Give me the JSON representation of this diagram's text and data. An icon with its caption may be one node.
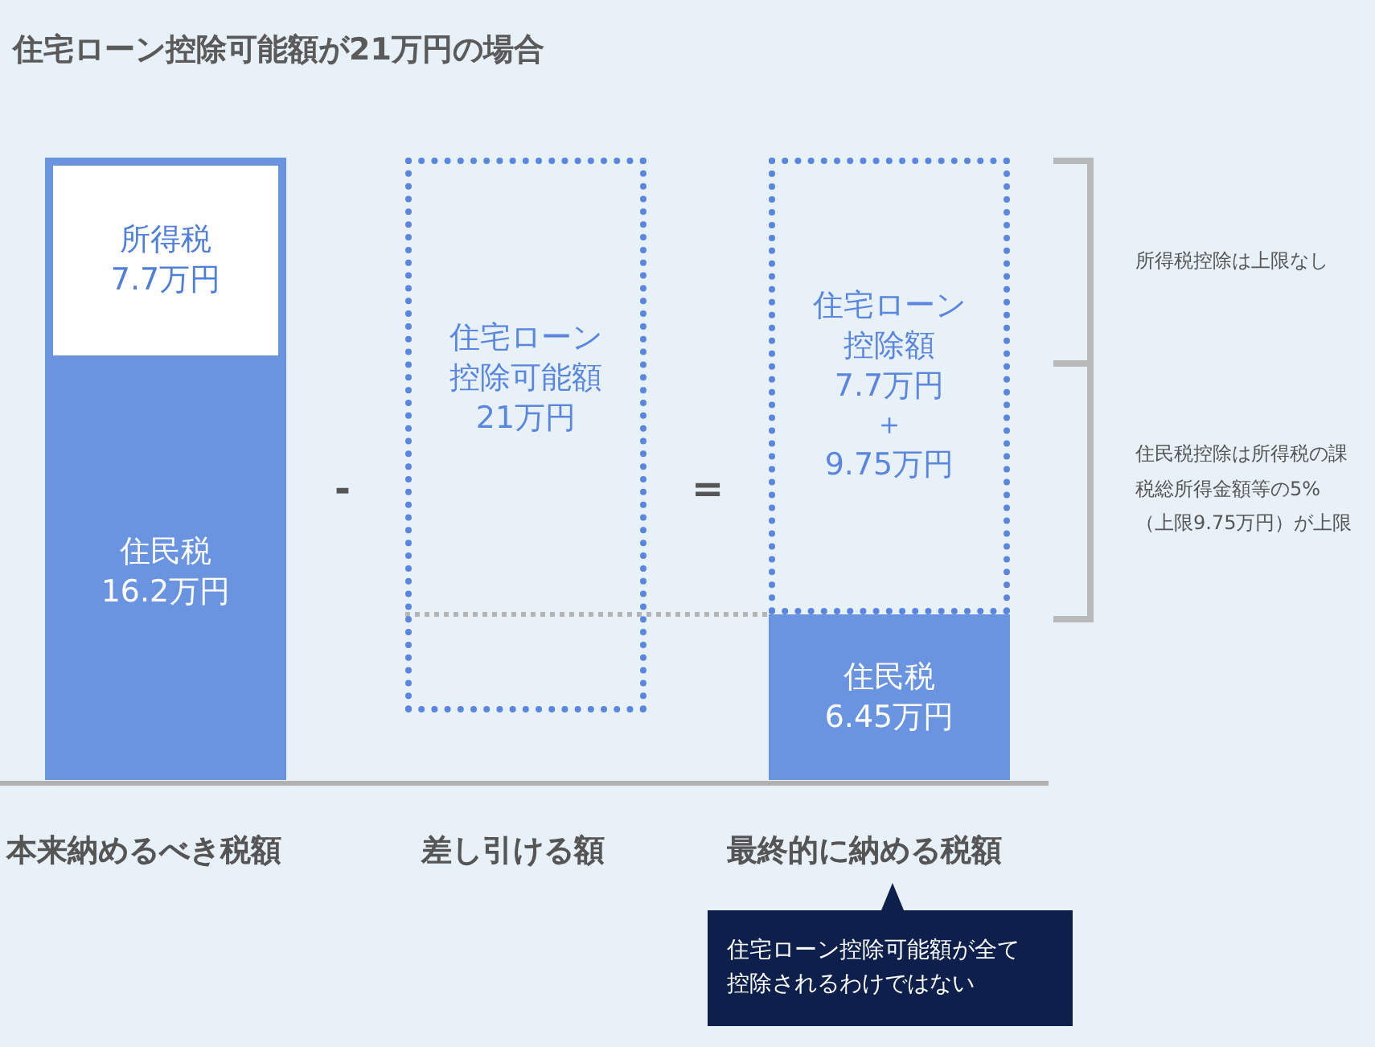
{
  "diagram": {
    "title": "住宅ローン控除可能額が21万円の場合",
    "nodes": [
      {
        "text": [
          "所得税",
          "7.7万円"
        ]
      },
      {
        "text": [
          "住民税",
          "16.2万円"
        ]
      },
      {
        "text": [
          "住宅ローン控除可能額",
          "21万円"
        ]
      },
      {
        "text": [
          "住宅ローン控除額",
          "7.7万円",
          "＋",
          "9.75万円"
        ]
      },
      {
        "text": [
          "住民税",
          "6.45万円"
        ]
      },
      {
        "text": [
          "住宅ローン控除可能額が全て控除されるわけではない"
        ]
      }
    ],
    "edges": [
      {
        "from": 2,
        "to": 4,
        "arrow": "none",
        "style": "dashed",
        "color": "#b5b5b5"
      }
    ],
    "labels": [
      "-",
      "=",
      "所得税控除は上限なし",
      "住民税控除は所得税の課税総所得金額等の5%（上限9.75万円）が上限",
      "本来納めるべき税額",
      "差し引ける額",
      "最終的に納める税額"
    ]
  }
}
